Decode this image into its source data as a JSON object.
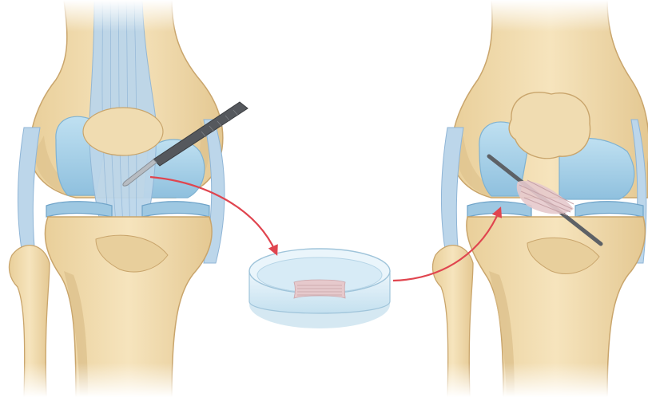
{
  "figure": {
    "panels": [
      {
        "id": "donor-knee",
        "state": "harvest"
      },
      {
        "id": "culture-dish",
        "state": "graft-preparation"
      },
      {
        "id": "recipient-knee",
        "state": "implanted"
      }
    ],
    "colors": {
      "bone": "#f3ddb0",
      "bone_shade": "#dcbf8a",
      "bone_outline": "#c9a56c",
      "cartilage": "#a9d0e6",
      "cartilage_dark": "#7fb2d2",
      "ligament": "#bcd6ea",
      "ligament_line": "#8fb5d6",
      "arrow": "#e0454f",
      "scalpel_handle": "#55585d",
      "scalpel_blade": "#b7bcc2",
      "dish": "#cfe6f3",
      "graft": "#e6c9cc"
    },
    "icons": [
      "scalpel-icon",
      "petri-dish-icon",
      "curved-arrow-icon"
    ]
  }
}
